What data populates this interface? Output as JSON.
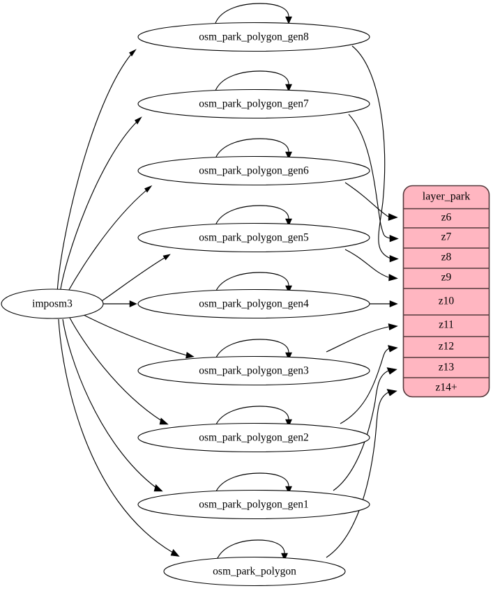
{
  "diagram": {
    "type": "graphviz-digraph",
    "background_color": "#ffffff",
    "source_node": {
      "id": "imposm3",
      "label": "imposm3",
      "shape": "ellipse",
      "fill": "#ffffff",
      "stroke": "#000000"
    },
    "table_node": {
      "id": "layer_park",
      "title": "layer_park",
      "shape": "rounded-record",
      "fill": "#ffb6c1",
      "stroke": "#53383b",
      "rows": [
        {
          "label": "z6"
        },
        {
          "label": "z7"
        },
        {
          "label": "z8"
        },
        {
          "label": "z9"
        },
        {
          "label": "z10"
        },
        {
          "label": "z11"
        },
        {
          "label": "z12"
        },
        {
          "label": "z13"
        },
        {
          "label": "z14+"
        }
      ]
    },
    "table_nodes": [
      {
        "id": "gen8",
        "label": "osm_park_polygon_gen8",
        "target_row": "z8"
      },
      {
        "id": "gen7",
        "label": "osm_park_polygon_gen7",
        "target_row": "z7"
      },
      {
        "id": "gen6",
        "label": "osm_park_polygon_gen6",
        "target_row": "z6"
      },
      {
        "id": "gen5",
        "label": "osm_park_polygon_gen5",
        "target_row": "z9"
      },
      {
        "id": "gen4",
        "label": "osm_park_polygon_gen4",
        "target_row": "z10"
      },
      {
        "id": "gen3",
        "label": "osm_park_polygon_gen3",
        "target_row": "z11"
      },
      {
        "id": "gen2",
        "label": "osm_park_polygon_gen2",
        "target_row": "z12"
      },
      {
        "id": "gen1",
        "label": "osm_park_polygon_gen1",
        "target_row": "z13"
      },
      {
        "id": "base",
        "label": "osm_park_polygon",
        "target_row": "z14+"
      }
    ],
    "edges_note": "imposm3 fans out to all nine polygon tables; each polygon table has a self-loop and feeds one zoom row of layer_park"
  }
}
